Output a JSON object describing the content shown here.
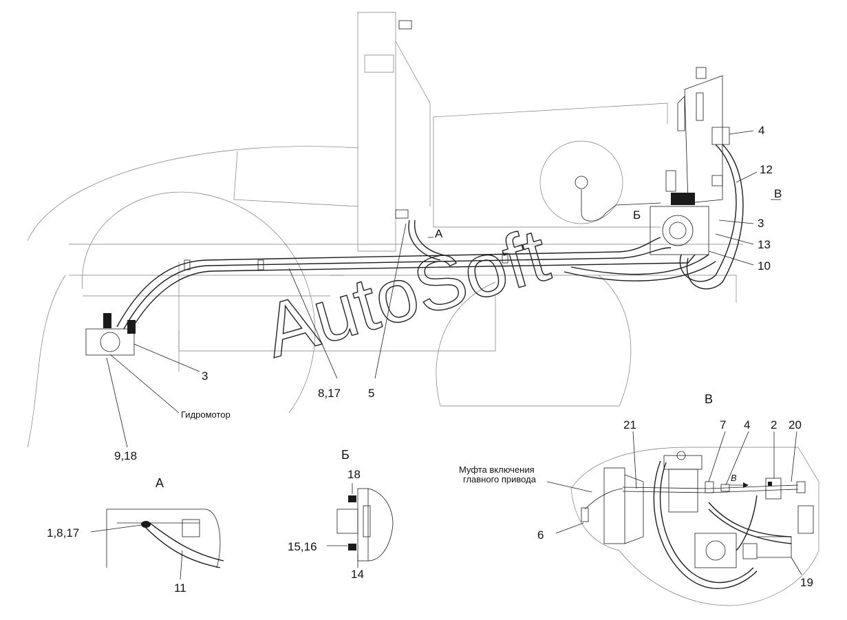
{
  "watermark": {
    "text": "AutoSoft"
  },
  "main_view": {
    "callouts": {
      "c4": "4",
      "c12": "12",
      "cB_arrow": "В",
      "cB_mark": "Б",
      "c3_right": "3",
      "c13": "13",
      "c10": "10",
      "cA_arrow": "А",
      "c3_left": "3",
      "c8_17": "8,17",
      "c5": "5",
      "c9_18": "9,18"
    },
    "motor_label": "Гидромотор"
  },
  "view_a": {
    "title": "А",
    "callouts": {
      "c1_8_17": "1,8,17",
      "c11": "11"
    }
  },
  "view_b": {
    "title": "Б",
    "callouts": {
      "c18": "18",
      "c15_16": "15,16",
      "c14": "14"
    }
  },
  "view_v": {
    "title": "В",
    "clutch_label_line1": "Муфта включения",
    "clutch_label_line2": "главного привода",
    "flow_arrow": "В",
    "callouts": {
      "c21": "21",
      "c7": "7",
      "c4": "4",
      "c2": "2",
      "c20": "20",
      "c6": "6",
      "c19": "19"
    }
  }
}
